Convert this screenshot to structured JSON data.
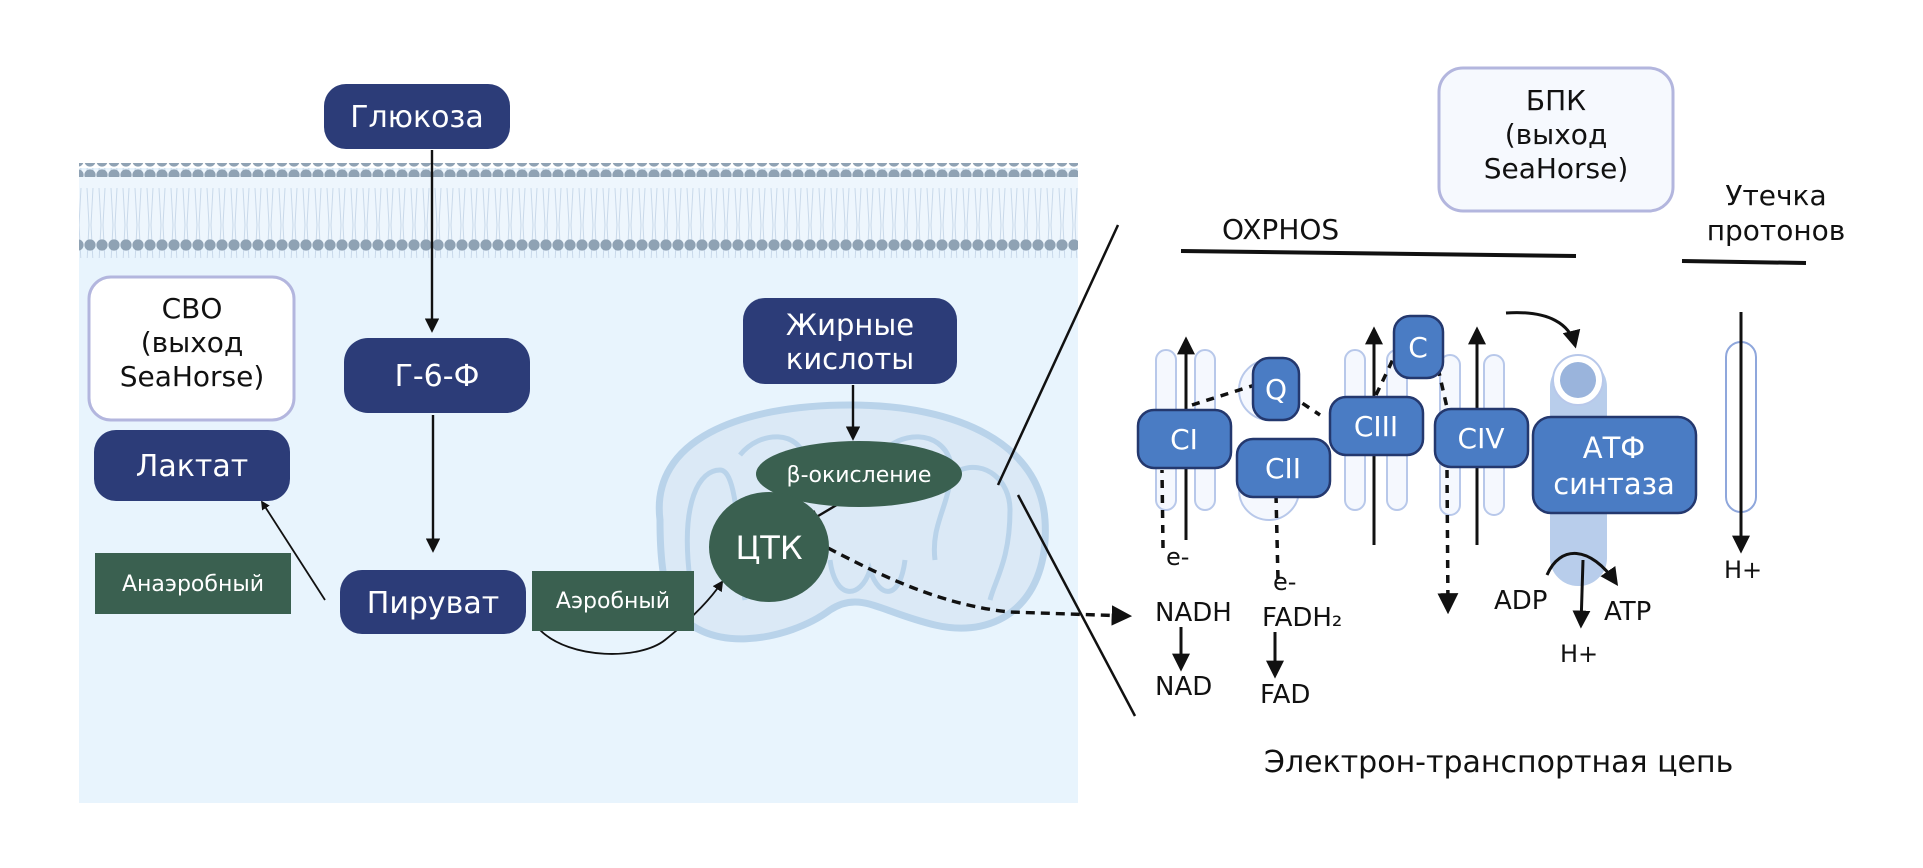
{
  "colors": {
    "navy": "#2c3c78",
    "green": "#3a6050",
    "complex_blue": "#4a7cc4",
    "complex_border": "#24386e",
    "panel_bg": "#e8f4fd",
    "membrane_head": "#8fa2b4",
    "seahorse_border": "#b3b6de",
    "mito_stroke": "#b9d3ea",
    "tube_stroke": "#b8c8ea"
  },
  "cell": {
    "glucose": "Глюкоза",
    "g6p": "Г-6-Ф",
    "pyruvate": "Пируват",
    "lactate": "Лактат",
    "anaerobic": "Анаэробный",
    "aerobic": "Аэробный",
    "fatty_acids": [
      "Жирные",
      "кислоты"
    ],
    "beta_oxidation": "β-окисление",
    "tca": "ЦТК",
    "ecar_box": [
      "СВО",
      "(выход",
      "SeaHorse)"
    ]
  },
  "etc": {
    "ocr_box": [
      "БПК",
      "(выход",
      "SeaHorse)"
    ],
    "oxphos_label": "OXPHOS",
    "proton_leak_label": [
      "Утечка",
      "протонов"
    ],
    "complexes": {
      "ci": "CI",
      "cii": "CII",
      "ciii": "CIII",
      "civ": "CIV",
      "q": "Q",
      "c": "C",
      "atp_synthase": [
        "АТФ",
        "синтаза"
      ]
    },
    "labels": {
      "e1": "e-",
      "e2": "e-",
      "nadh": "NADH",
      "nad": "NAD",
      "fadh2": "FADH₂",
      "fad": "FAD",
      "adp": "ADP",
      "atp": "ATP",
      "h_plus_synthase": "H+",
      "h_plus_leak": "H+"
    },
    "title": "Электрон-транспортная цепь"
  }
}
